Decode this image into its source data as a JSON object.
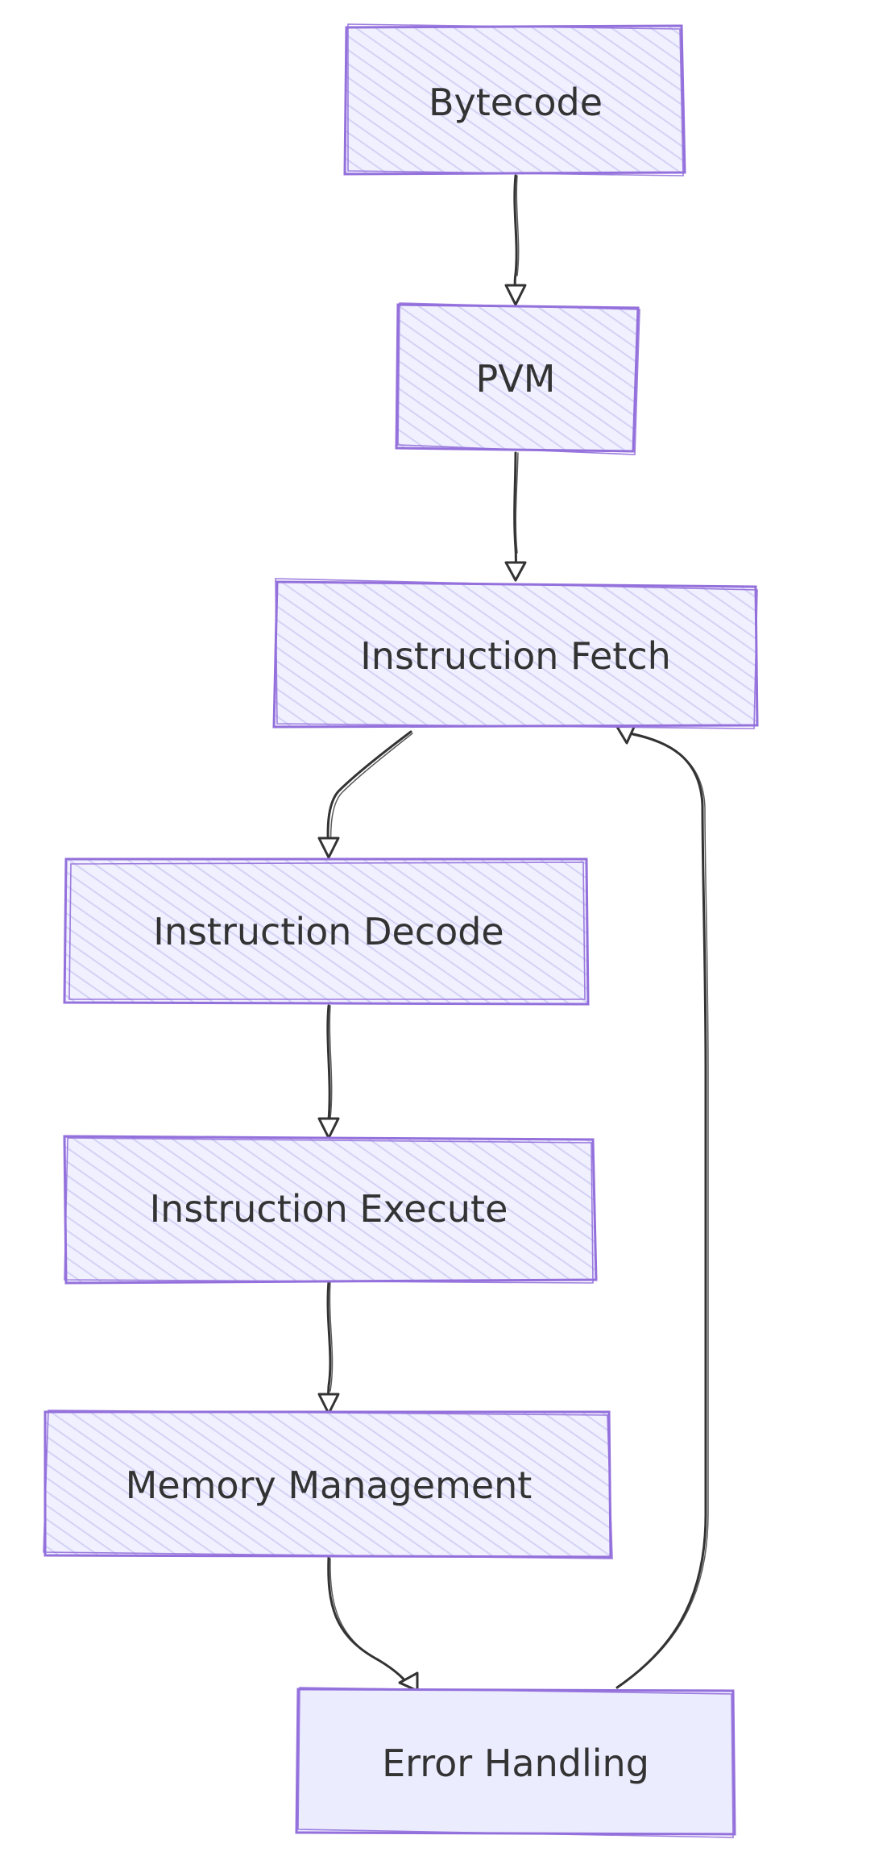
{
  "diagram": {
    "nodes": [
      {
        "id": "bytecode",
        "label": "Bytecode"
      },
      {
        "id": "pvm",
        "label": "PVM"
      },
      {
        "id": "fetch",
        "label": "Instruction Fetch"
      },
      {
        "id": "decode",
        "label": "Instruction Decode"
      },
      {
        "id": "execute",
        "label": "Instruction Execute"
      },
      {
        "id": "memory",
        "label": "Memory Management"
      },
      {
        "id": "error",
        "label": "Error Handling"
      }
    ],
    "edges": [
      {
        "from": "bytecode",
        "to": "pvm"
      },
      {
        "from": "pvm",
        "to": "fetch"
      },
      {
        "from": "fetch",
        "to": "decode"
      },
      {
        "from": "decode",
        "to": "execute"
      },
      {
        "from": "execute",
        "to": "memory"
      },
      {
        "from": "memory",
        "to": "error"
      },
      {
        "from": "error",
        "to": "fetch"
      }
    ],
    "colors": {
      "node_fill": "#ECECFF",
      "node_stroke": "#9370DB",
      "hatch": "#D6D6F5",
      "edge": "#333333",
      "text": "#333333"
    }
  }
}
